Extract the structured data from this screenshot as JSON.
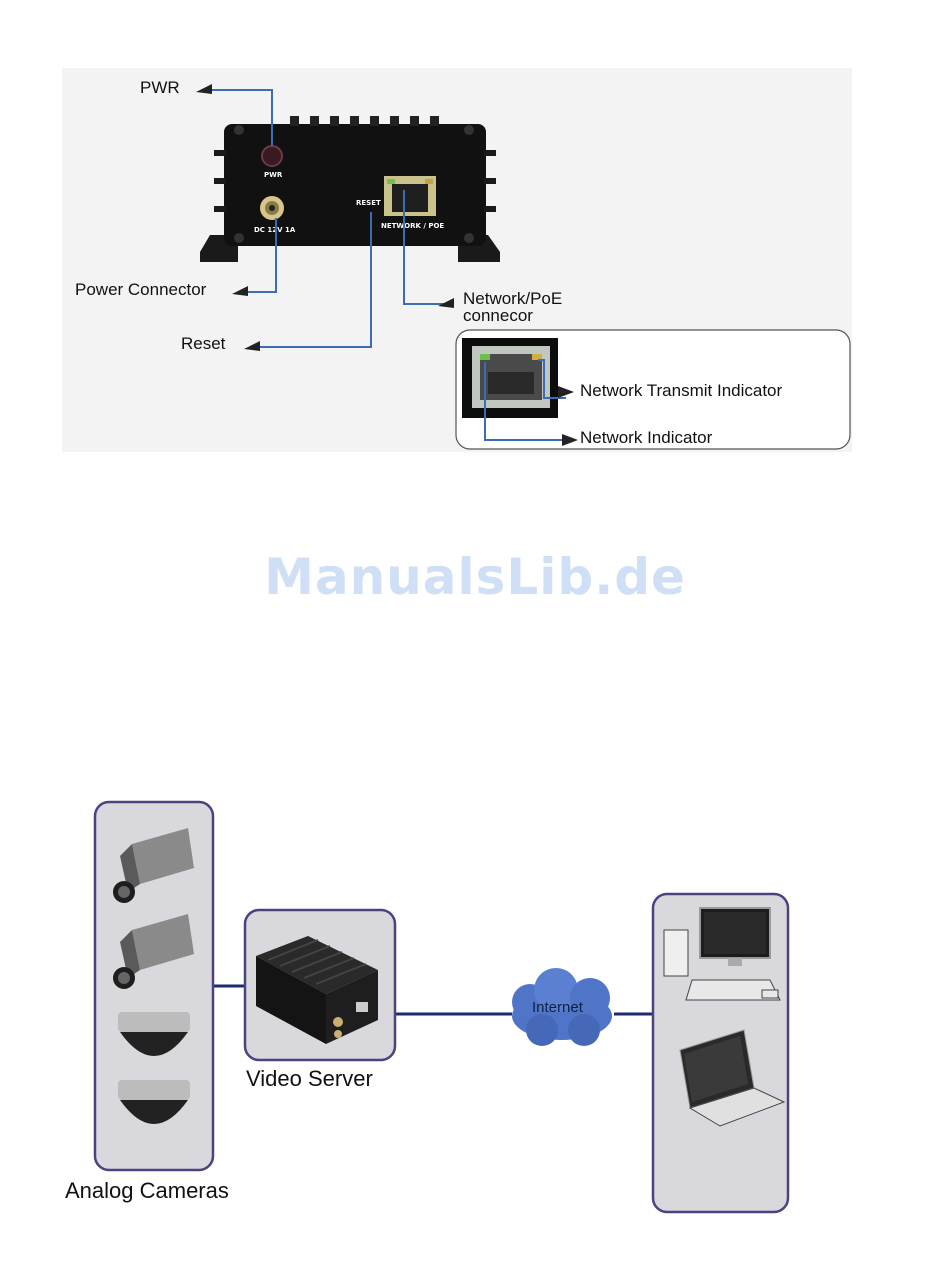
{
  "top_diagram": {
    "callouts": {
      "pwr": "PWR",
      "power_connector": "Power Connector",
      "reset": "Reset",
      "network_poe_line1": "Network/PoE",
      "network_poe_line2": "connecor",
      "network_transmit_indicator": "Network Transmit Indicator",
      "network_indicator": "Network Indicator"
    },
    "device_labels": {
      "pwr": "PWR",
      "dc": "DC 12V 1A",
      "reset": "RESET",
      "network": "NETWORK / POE"
    },
    "colors": {
      "callout_line": "#3b6db4",
      "device_body": "#111111",
      "background": "#f3f3f3"
    }
  },
  "watermark": "ManualsLib.de",
  "bottom_diagram": {
    "analog_cameras_label": "Analog Cameras",
    "video_server_label": "Video Server",
    "internet_label": "Internet",
    "colors": {
      "panel_border": "#4a4380",
      "panel_fill": "#d9d9dd",
      "link_line": "#1e2a6e",
      "cloud": "#4f74c8"
    }
  }
}
